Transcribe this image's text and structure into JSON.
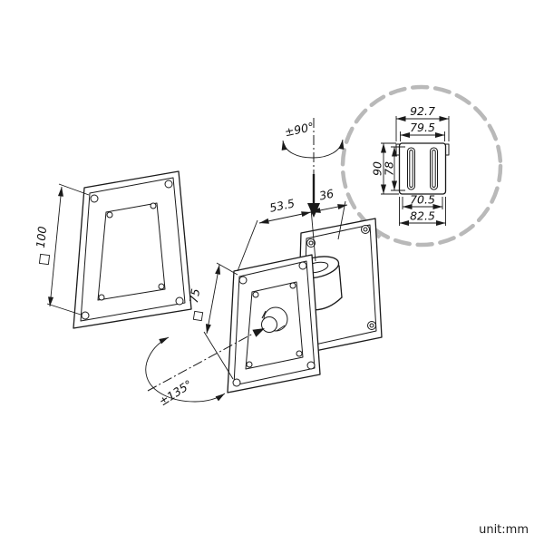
{
  "meta": {
    "unit_label": "unit:mm"
  },
  "diagram": {
    "rotations": {
      "pan": "±90°",
      "tilt": "±135°"
    },
    "depth_dims": {
      "arm": "53.5",
      "wall_offset": "36"
    },
    "plate_dims": {
      "vesa_large": "100",
      "vesa_small": "75"
    },
    "detail_plate": {
      "top_outer_width": "92.7",
      "top_inner_width": "79.5",
      "outer_height": "90",
      "inner_height": "78",
      "bottom_inner_width": "70.5",
      "bottom_outer_width": "82.5"
    },
    "colors": {
      "line": "#1a1a1a",
      "callout": "#b9b9b9",
      "background": "#ffffff"
    }
  }
}
